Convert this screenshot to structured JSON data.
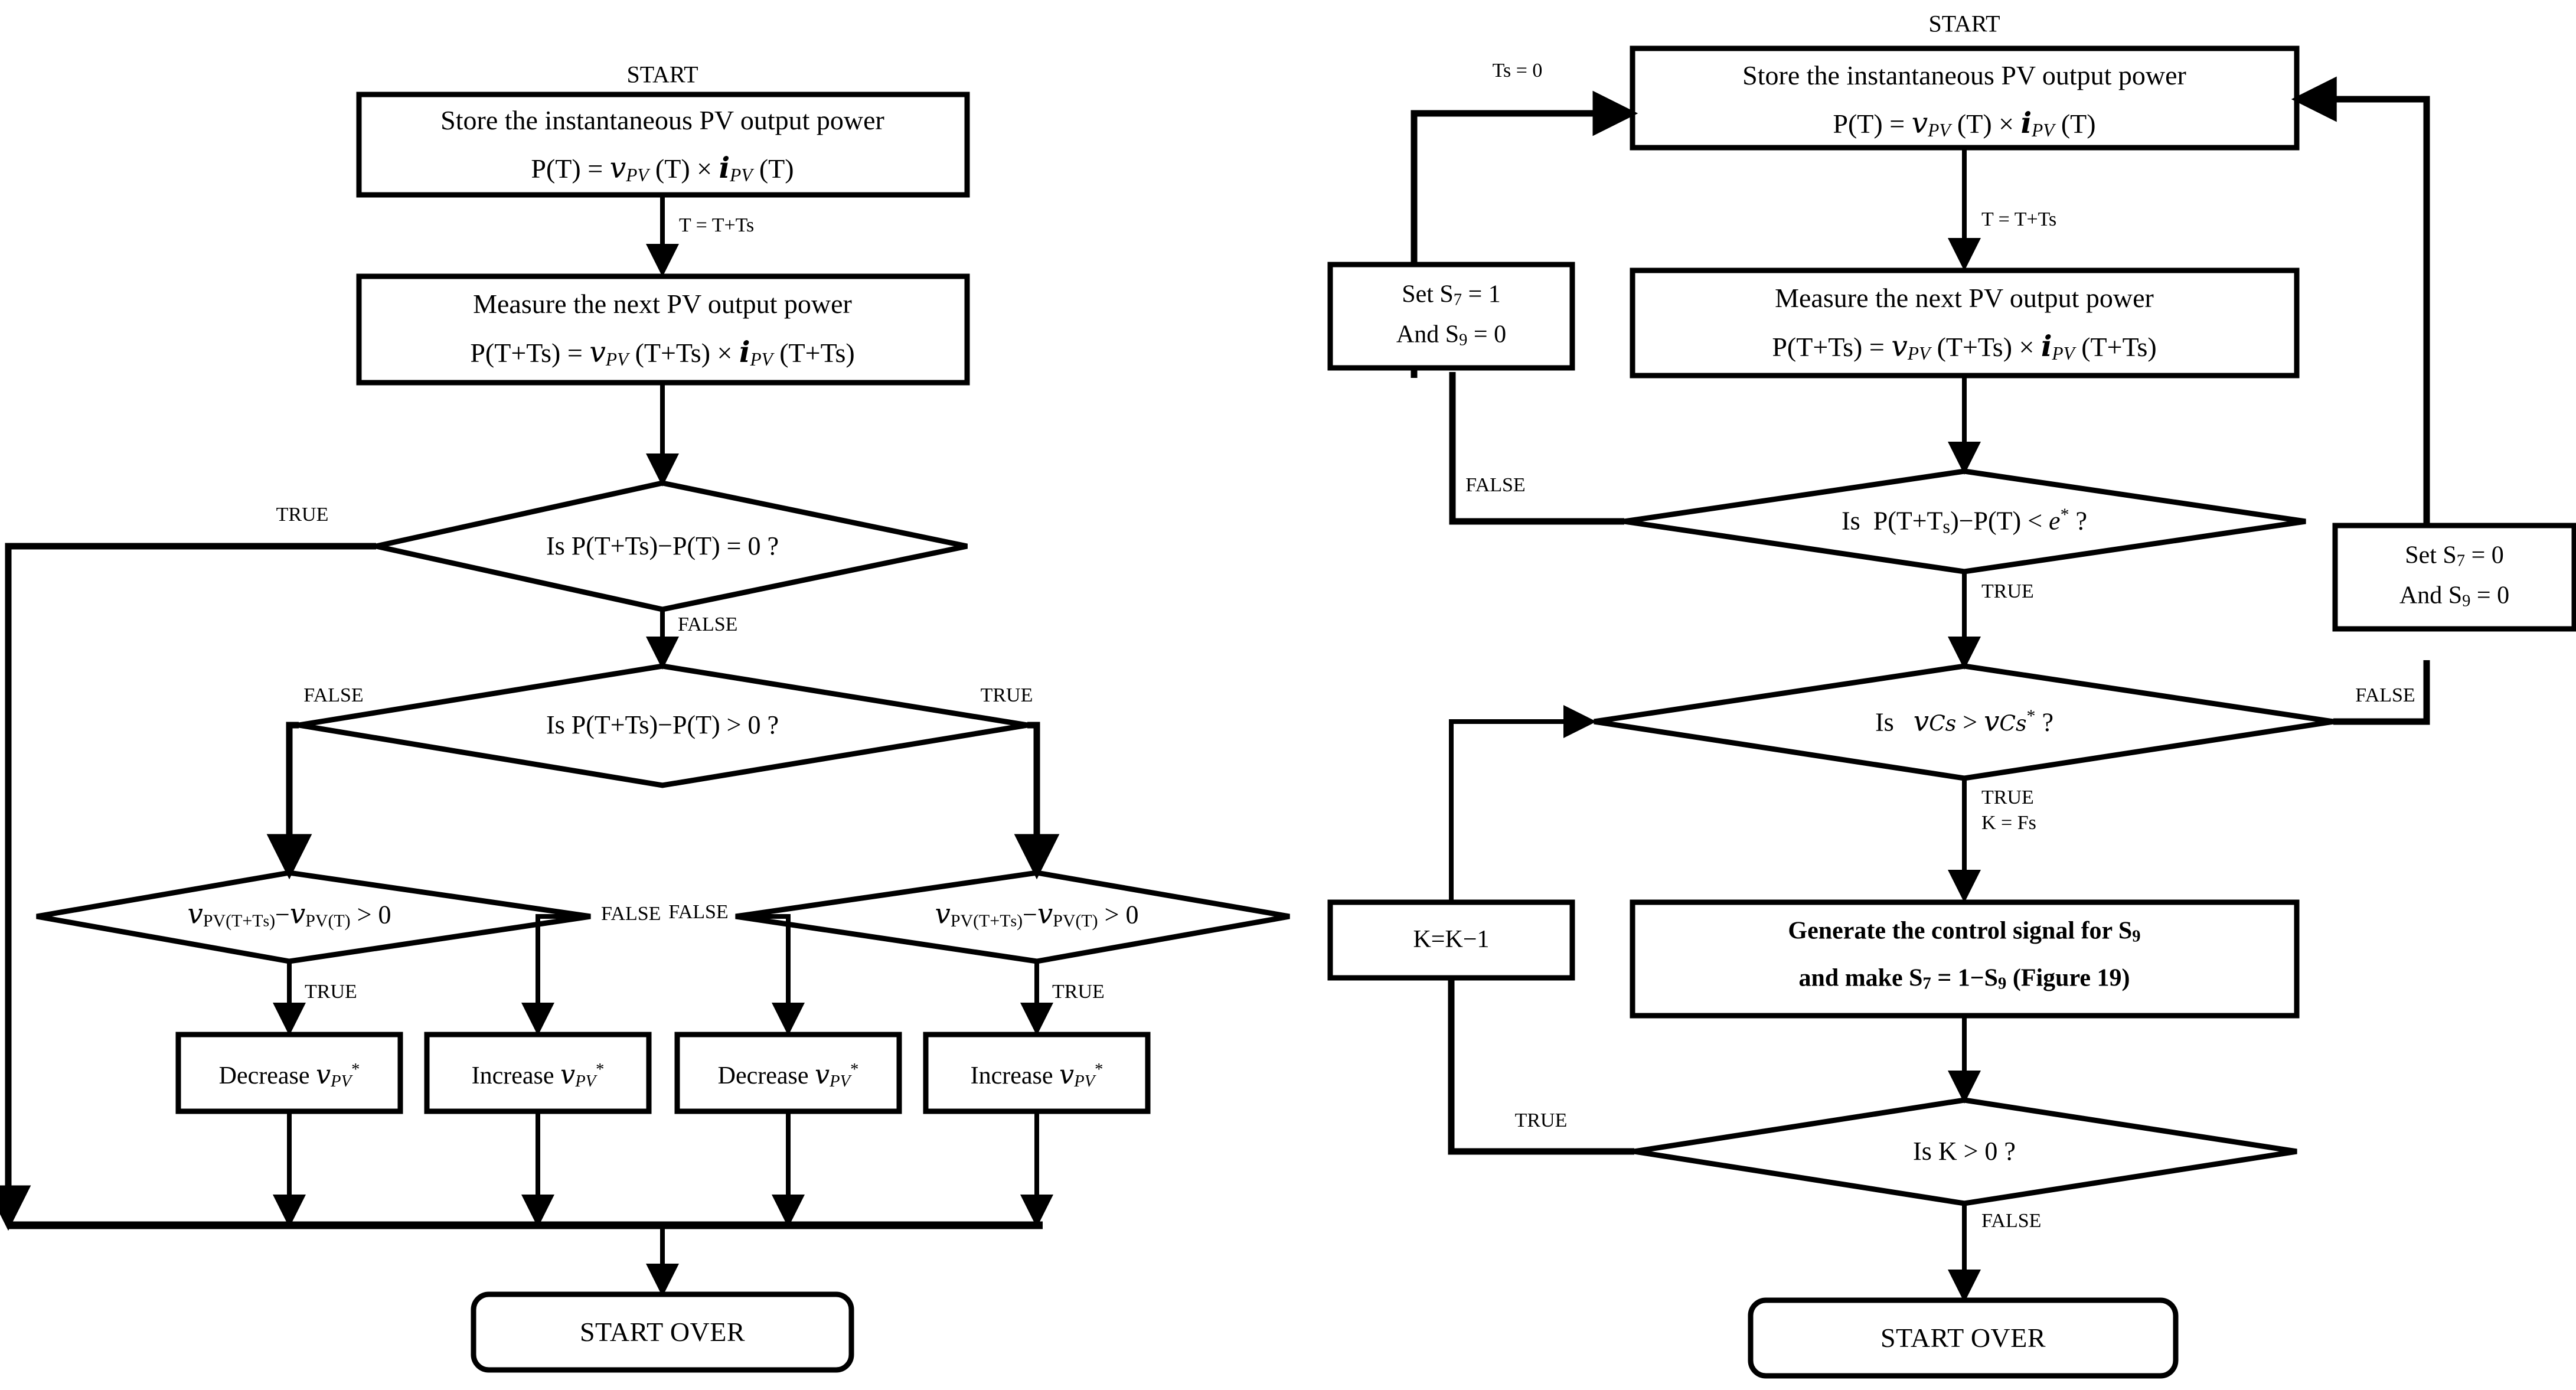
{
  "figure": {
    "type": "flowchart",
    "panels": [
      "left-mppt-flowchart",
      "right-control-flowchart"
    ]
  },
  "left": {
    "start_label": "START",
    "store_box": {
      "line1": "Store the instantaneous PV output power",
      "line2": "P(T) = ᵤ2PV (T) × iPV (T)",
      "line2_parts": {
        "p": "P(T) = ",
        "v": "v",
        "vsub": "PV",
        "mid": " (T) × ",
        "i": "i",
        "isub": "PV",
        "tail": " (T)"
      }
    },
    "edge_t_label": "T = T+Ts",
    "measure_box": {
      "line1": "Measure the next PV output power",
      "line2_parts": {
        "p": "P(T+Ts) = ",
        "v": "v",
        "vsub": "PV",
        "mid": " (T+Ts) × ",
        "i": "i",
        "isub": "PV",
        "tail": " (T+Ts)"
      }
    },
    "decision1": {
      "text": "Is  P(T+Ts)−P(T) = 0 ?",
      "true_label": "TRUE",
      "false_label": "FALSE"
    },
    "decision2": {
      "text": "Is  P(T+Ts)−P(T) > 0 ?",
      "false_label": "FALSE",
      "true_label": "TRUE"
    },
    "decision3": {
      "text": "vPV(T+Ts)−vPV(T) > 0",
      "true_label": "TRUE",
      "false_label": "FALSE"
    },
    "decision4": {
      "text": "vPV(T+Ts)−vPV(T) > 0",
      "false_label": "FALSE",
      "true_label": "TRUE"
    },
    "actions": [
      {
        "verb": "Decrease",
        "var": "v",
        "sub": "PV",
        "star": "*"
      },
      {
        "verb": "Increase",
        "var": "v",
        "sub": "PV",
        "star": "*"
      },
      {
        "verb": "Decrease",
        "var": "v",
        "sub": "PV",
        "star": "*"
      },
      {
        "verb": "Increase",
        "var": "v",
        "sub": "PV",
        "star": "*"
      }
    ],
    "terminator": "START OVER"
  },
  "right": {
    "start_label": "START",
    "ts_label": "Ts = 0",
    "store_box": {
      "line1": "Store the instantaneous PV output power",
      "line2_parts": {
        "p": "P(T) = ",
        "v": "v",
        "vsub": "PV",
        "mid": " (T) × ",
        "i": "i",
        "isub": "PV",
        "tail": " (T)"
      }
    },
    "edge_t_label": "T = T+Ts",
    "measure_box": {
      "line1": "Measure the next PV output power",
      "line2_parts": {
        "p": "P(T+Ts) = ",
        "v": "v",
        "vsub": "PV",
        "mid": " (T+Ts) × ",
        "i": "i",
        "isub": "PV",
        "tail": " (T+Ts)"
      }
    },
    "set_box_left": {
      "line1": "Set  S7 = 1",
      "line2": "And S9 = 0",
      "l1": {
        "a": "Set  S",
        "s": "7",
        "b": " = 1"
      },
      "l2": {
        "a": "And S",
        "s": "9",
        "b": " = 0"
      }
    },
    "set_box_right": {
      "line1": "Set  S7 = 0",
      "line2": "And S9 = 0",
      "l1": {
        "a": "Set  S",
        "s": "7",
        "b": " = 0"
      },
      "l2": {
        "a": "And S",
        "s": "9",
        "b": " = 0"
      }
    },
    "decision1": {
      "text": "Is  P(T+Ts)−P(T) < e* ?",
      "false_label": "FALSE",
      "true_label": "TRUE"
    },
    "decision2": {
      "text": "Is  vCs > vCs* ?",
      "false_label": "FALSE",
      "true_label": "TRUE",
      "true_sub": "K = Fs"
    },
    "decision3": {
      "text": "Is  K > 0 ?",
      "true_label": "TRUE",
      "false_label": "FALSE"
    },
    "k_box": {
      "text": "K=K−1"
    },
    "generate_box": {
      "line1": "Generate the control signal for S9",
      "line2": "and make S7 = 1−S9  (Figure 19)",
      "l1": {
        "a": "Generate the control signal for S",
        "s": "9"
      },
      "l2": {
        "a": "and make S",
        "s1": "7",
        "b": " = 1−S",
        "s2": "9",
        "c": "  (Figure 19)"
      }
    },
    "terminator": "START OVER"
  },
  "colors": {
    "stroke": "#000000",
    "fill": "#ffffff",
    "background": "#ffffff"
  }
}
